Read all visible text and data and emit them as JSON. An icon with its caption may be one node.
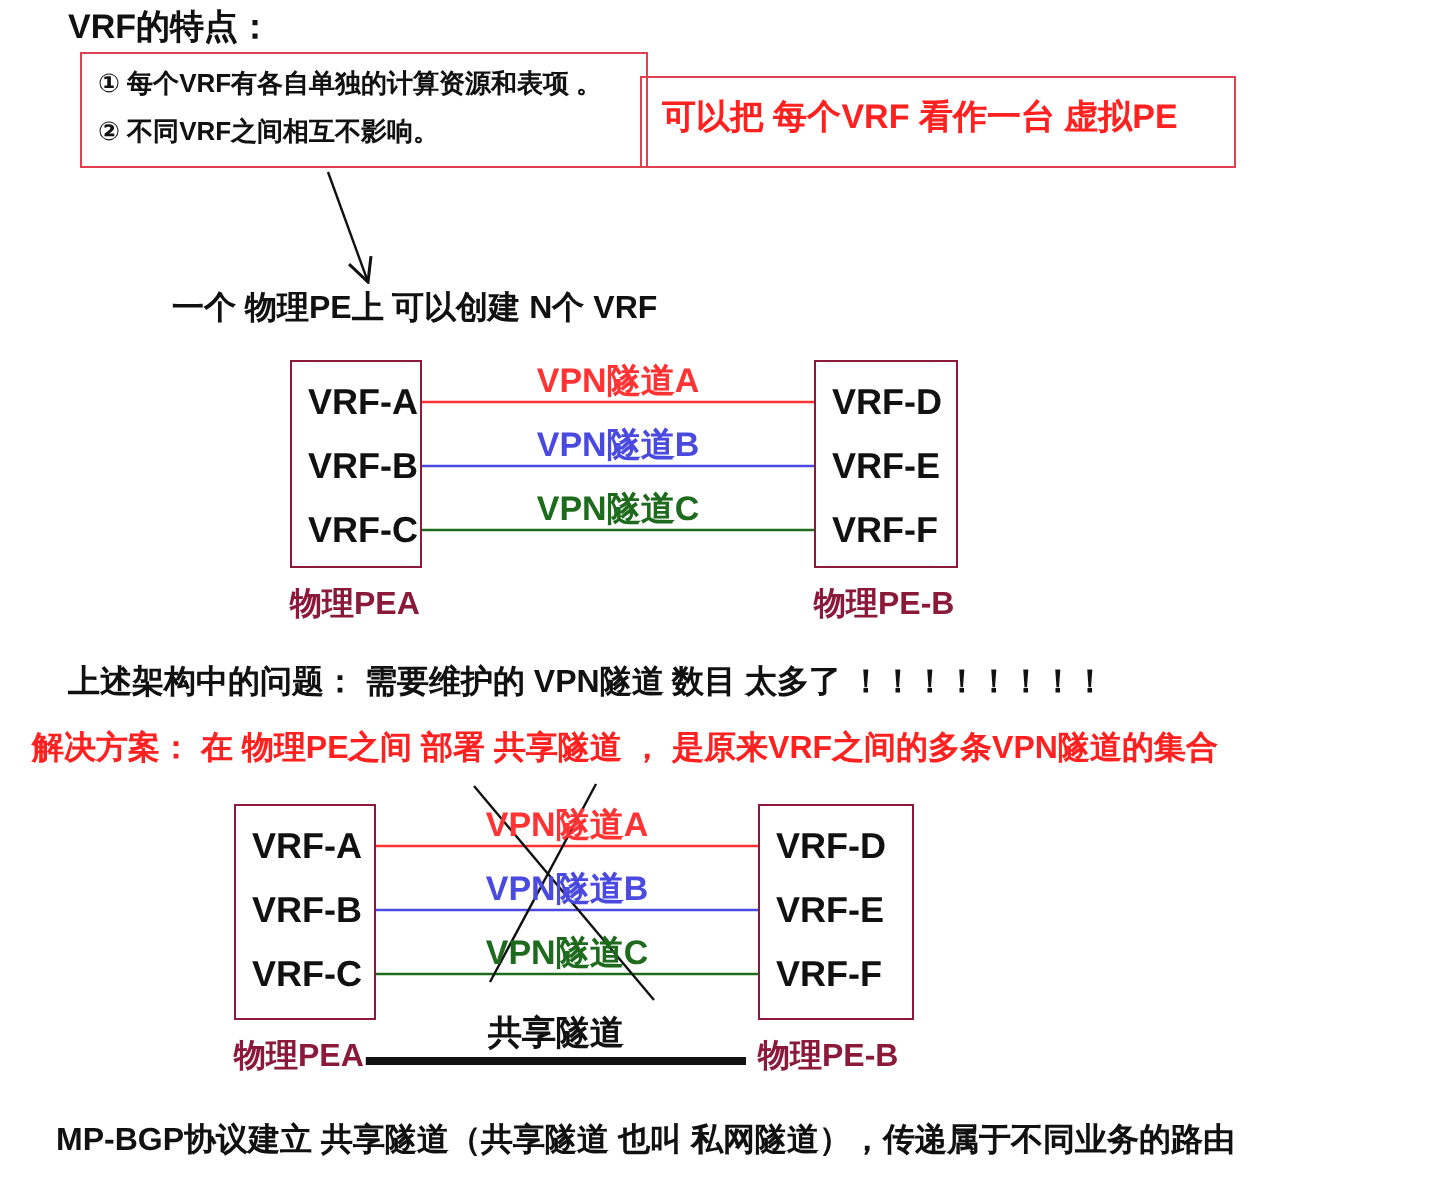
{
  "diagram": {
    "nodes": [
      {
        "text": [
          "VRF的特点：",
          "① 每个VRF有各自单独的计算资源和表项 。",
          "② 不同VRF之间相互不影响。"
        ]
      },
      {
        "text": [
          "可以把 每个VRF 看作一台 虚拟PE"
        ]
      },
      {
        "text": [
          "一个 物理PE上 可以创建 N个 VRF"
        ]
      },
      {
        "text": [
          "物理PEA"
        ]
      },
      {
        "text": [
          "VRF-A"
        ],
        "in": 3
      },
      {
        "text": [
          "VRF-B"
        ],
        "in": 3
      },
      {
        "text": [
          "VRF-C"
        ],
        "in": 3
      },
      {
        "text": [
          "物理PE-B"
        ]
      },
      {
        "text": [
          "VRF-D"
        ],
        "in": 7
      },
      {
        "text": [
          "VRF-E"
        ],
        "in": 7
      },
      {
        "text": [
          "VRF-F"
        ],
        "in": 7
      },
      {
        "text": [
          "物理PEA"
        ]
      },
      {
        "text": [
          "VRF-A"
        ],
        "in": 11
      },
      {
        "text": [
          "VRF-B"
        ],
        "in": 11
      },
      {
        "text": [
          "VRF-C"
        ],
        "in": 11
      },
      {
        "text": [
          "物理PE-B"
        ]
      },
      {
        "text": [
          "VRF-D"
        ],
        "in": 15
      },
      {
        "text": [
          "VRF-E"
        ],
        "in": 15
      },
      {
        "text": [
          "VRF-F"
        ],
        "in": 15
      }
    ],
    "edges": [
      {
        "from": 0,
        "to": 2,
        "arrow": "to"
      },
      {
        "from": 4,
        "to": 8,
        "arrow": "none",
        "label": "VPN隧道A",
        "color": "#ff3333"
      },
      {
        "from": 5,
        "to": 9,
        "arrow": "none",
        "label": "VPN隧道B",
        "color": "#4a4ae0"
      },
      {
        "from": 6,
        "to": 10,
        "arrow": "none",
        "label": "VPN隧道C",
        "color": "#1e6b1e"
      },
      {
        "from": 12,
        "to": 16,
        "arrow": "none",
        "label": "VPN隧道A",
        "color": "#ff3333"
      },
      {
        "from": 13,
        "to": 17,
        "arrow": "none",
        "label": "VPN隧道B",
        "color": "#4a4ae0"
      },
      {
        "from": 14,
        "to": 18,
        "arrow": "none",
        "label": "VPN隧道C",
        "color": "#1e6b1e"
      },
      {
        "from": 11,
        "to": 15,
        "arrow": "none",
        "label": "共享隧道",
        "style": "thick"
      }
    ],
    "labels": [
      "上述架构中的问题：  需要维护的 VPN隧道 数目 太多了 ！！！！！！！！",
      "解决方案：  在 物理PE之间 部署  共享隧道 ， 是原来VRF之间的多条VPN隧道的集合",
      "MP-BGP协议建立 共享隧道（共享隧道 也叫  私网隧道），传递属于不同业务的路由"
    ]
  }
}
